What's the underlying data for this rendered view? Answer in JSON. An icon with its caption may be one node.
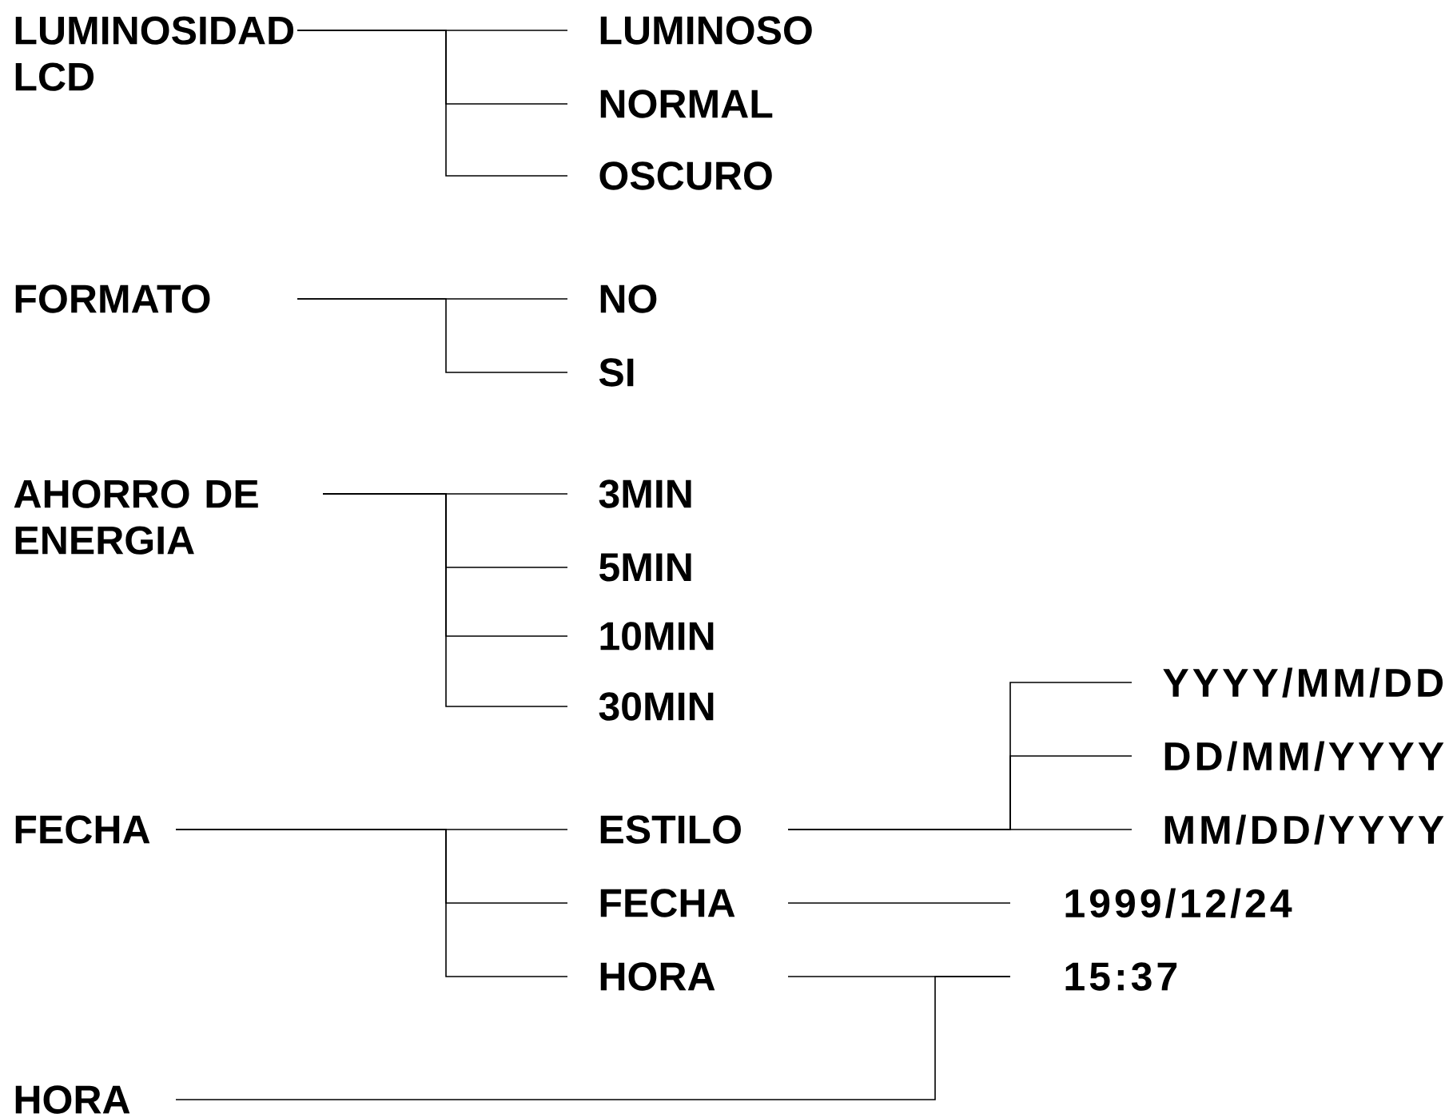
{
  "diagram": {
    "nodes": [
      {
        "text": [
          "LUMINOSIDAD LCD"
        ]
      },
      {
        "text": [
          "LUMINOSO"
        ]
      },
      {
        "text": [
          "NORMAL"
        ]
      },
      {
        "text": [
          "OSCURO"
        ]
      },
      {
        "text": [
          "FORMATO"
        ]
      },
      {
        "text": [
          "NO"
        ]
      },
      {
        "text": [
          "SI"
        ]
      },
      {
        "text": [
          "AHORRO DE ENERGIA"
        ]
      },
      {
        "text": [
          "3MIN"
        ]
      },
      {
        "text": [
          "5MIN"
        ]
      },
      {
        "text": [
          "10MIN"
        ]
      },
      {
        "text": [
          "30MIN"
        ]
      },
      {
        "text": [
          "FECHA"
        ]
      },
      {
        "text": [
          "ESTILO"
        ]
      },
      {
        "text": [
          "YYYY/MM/DD"
        ]
      },
      {
        "text": [
          "DD/MM/YYYY"
        ]
      },
      {
        "text": [
          "MM/DD/YYYY"
        ]
      },
      {
        "text": [
          "FECHA"
        ]
      },
      {
        "text": [
          "1999/12/24"
        ]
      },
      {
        "text": [
          "HORA"
        ]
      },
      {
        "text": [
          "15:37"
        ]
      },
      {
        "text": [
          "HORA"
        ]
      }
    ],
    "edges": [
      {
        "from": 0,
        "to": 1,
        "arrow": "none"
      },
      {
        "from": 0,
        "to": 2,
        "arrow": "none"
      },
      {
        "from": 0,
        "to": 3,
        "arrow": "none"
      },
      {
        "from": 4,
        "to": 5,
        "arrow": "none"
      },
      {
        "from": 4,
        "to": 6,
        "arrow": "none"
      },
      {
        "from": 7,
        "to": 8,
        "arrow": "none"
      },
      {
        "from": 7,
        "to": 9,
        "arrow": "none"
      },
      {
        "from": 7,
        "to": 10,
        "arrow": "none"
      },
      {
        "from": 7,
        "to": 11,
        "arrow": "none"
      },
      {
        "from": 12,
        "to": 13,
        "arrow": "none"
      },
      {
        "from": 12,
        "to": 17,
        "arrow": "none"
      },
      {
        "from": 12,
        "to": 19,
        "arrow": "none"
      },
      {
        "from": 13,
        "to": 14,
        "arrow": "none"
      },
      {
        "from": 13,
        "to": 15,
        "arrow": "none"
      },
      {
        "from": 13,
        "to": 16,
        "arrow": "none"
      },
      {
        "from": 17,
        "to": 18,
        "arrow": "none"
      },
      {
        "from": 19,
        "to": 20,
        "arrow": "none"
      },
      {
        "from": 21,
        "to": 20,
        "arrow": "none"
      }
    ]
  }
}
